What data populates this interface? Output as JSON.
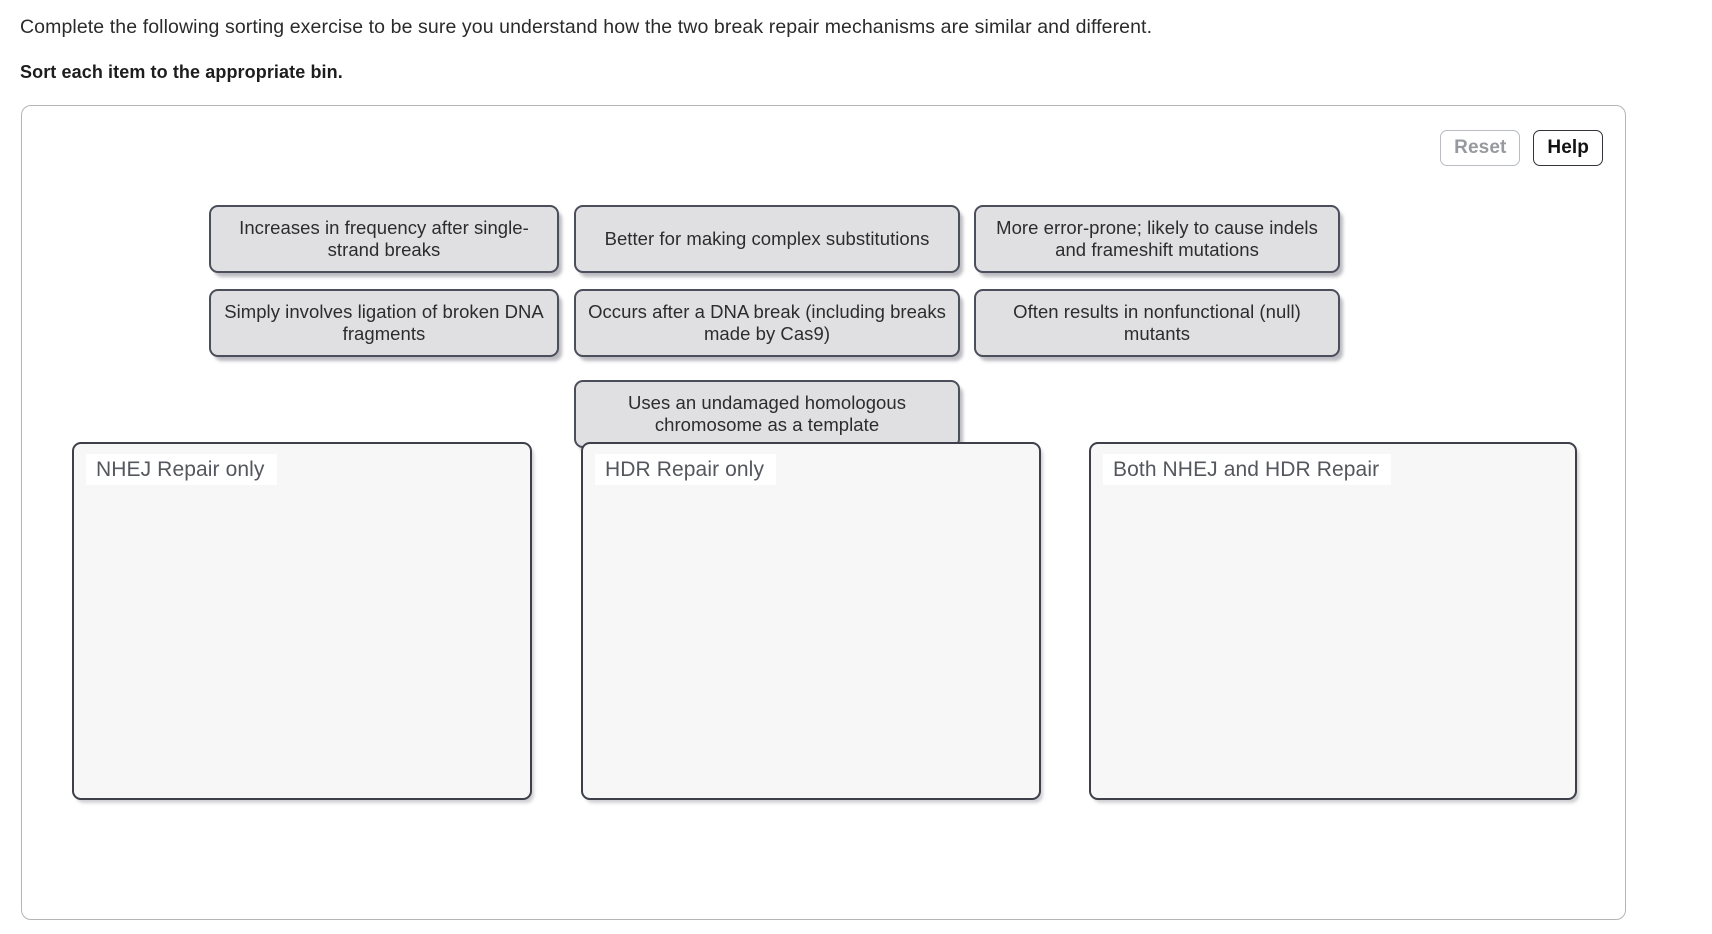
{
  "intro": {
    "instruction": "Complete the following sorting exercise to be sure you understand how the two break repair mechanisms are similar and different.",
    "directive": "Sort each item to the appropriate bin."
  },
  "toolbar": {
    "reset_label": "Reset",
    "help_label": "Help"
  },
  "tiles": [
    {
      "text": "Increases in frequency after single-strand breaks"
    },
    {
      "text": "Better for making complex substitutions"
    },
    {
      "text": "More error-prone; likely to cause indels and frameshift mutations"
    },
    {
      "text": "Simply involves ligation of broken DNA fragments"
    },
    {
      "text": "Occurs after a DNA break (including breaks made by Cas9)"
    },
    {
      "text": "Often results in nonfunctional (null) mutants"
    },
    {
      "text": "Uses an undamaged homologous chromosome as a template"
    }
  ],
  "bins": [
    {
      "label": "NHEJ Repair only",
      "items": []
    },
    {
      "label": "HDR Repair only",
      "items": []
    },
    {
      "label": "Both NHEJ and HDR Repair",
      "items": []
    }
  ],
  "colors": {
    "tile_fill": "#e0e0e2",
    "tile_border": "#4b4e5b",
    "bin_fill": "#f7f7f8",
    "bin_border": "#3d4049",
    "panel_border": "#b5b5b5",
    "label_text": "#55575e",
    "reset_disabled": "#97999f"
  }
}
